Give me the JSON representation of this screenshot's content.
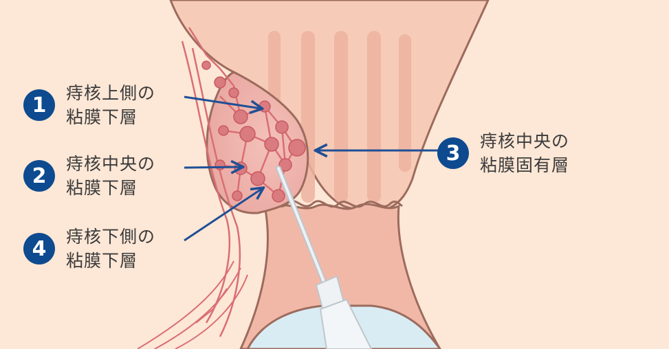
{
  "labels": [
    {
      "number": "1",
      "line1": "痔核上側の",
      "line2": "粘膜下層"
    },
    {
      "number": "2",
      "line1": "痔核中央の",
      "line2": "粘膜下層"
    },
    {
      "number": "4",
      "line1": "痔核下側の",
      "line2": "粘膜下層"
    },
    {
      "number": "3",
      "line1": "痔核中央の",
      "line2": "粘膜固有層"
    }
  ],
  "colors": {
    "background": "#fde7d6",
    "badge": "#0d4a8f",
    "arrow": "#1f4f96",
    "text": "#3b3b3b",
    "hemorrhoid_node": "#d97b7f",
    "vessel": "#d96e74",
    "outline": "#9c6b5d",
    "needle_sheath": "#d9ecf3"
  },
  "icons": [
    "arrow-1",
    "arrow-2",
    "arrow-3",
    "arrow-4",
    "injection-needle"
  ]
}
